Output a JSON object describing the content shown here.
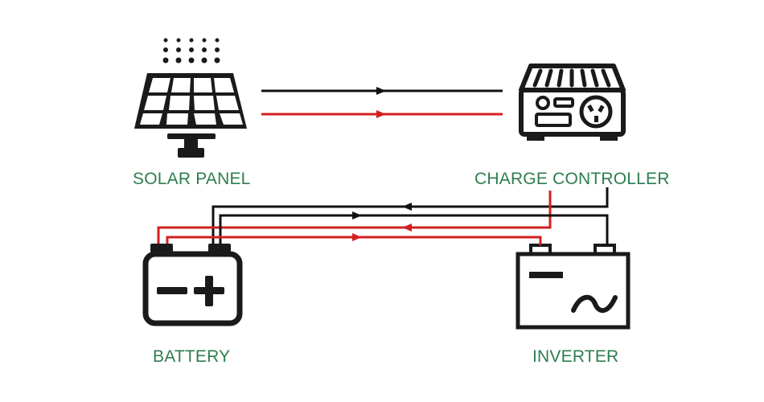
{
  "labels": {
    "solar_panel": "SOLAR PANEL",
    "charge_controller": "CHARGE CONTROLLER",
    "battery": "BATTERY",
    "inverter": "INVERTER"
  },
  "components": [
    {
      "id": "solar_panel",
      "icon": "solar-panel-icon"
    },
    {
      "id": "charge_controller",
      "icon": "charge-controller-icon"
    },
    {
      "id": "battery",
      "icon": "battery-icon"
    },
    {
      "id": "inverter",
      "icon": "inverter-icon"
    }
  ],
  "connections": [
    {
      "from": "solar_panel",
      "to": "charge_controller",
      "polarity": "negative"
    },
    {
      "from": "solar_panel",
      "to": "charge_controller",
      "polarity": "positive"
    },
    {
      "from": "charge_controller",
      "to": "battery",
      "polarity": "negative"
    },
    {
      "from": "charge_controller",
      "to": "battery",
      "polarity": "positive"
    },
    {
      "from": "battery",
      "to": "inverter",
      "polarity": "negative"
    },
    {
      "from": "battery",
      "to": "inverter",
      "polarity": "positive"
    }
  ],
  "colors": {
    "label_text": "#2e7d4f",
    "negative_wire": "#111111",
    "positive_wire": "#d32020",
    "icon": "#1a1a1a"
  }
}
